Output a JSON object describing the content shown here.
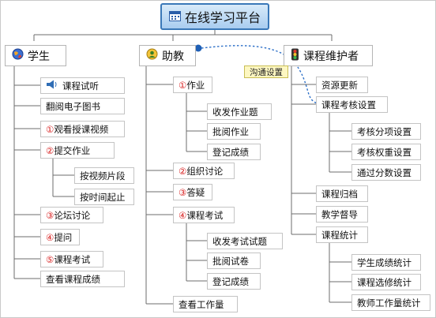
{
  "root": {
    "label": "在线学习平台"
  },
  "relationship": {
    "label": "沟通设置"
  },
  "branches": {
    "student": {
      "label": "学生",
      "items": {
        "trial": "课程试听",
        "ebook": "翻阅电子图书",
        "video_num": "①",
        "video": "观看授课视频",
        "homework_num": "②",
        "homework": "提交作业",
        "by_segment": "按视频片段",
        "by_time": "按时间起止",
        "forum_num": "③",
        "forum": "论坛讨论",
        "ask_num": "④",
        "ask": "提问",
        "exam_num": "⑤",
        "exam": "课程考试",
        "grades": "查看课程成绩"
      }
    },
    "assistant": {
      "label": "助教",
      "items": {
        "homework_num": "①",
        "homework": "作业",
        "hw_send": "收发作业题",
        "hw_review": "批阅作业",
        "hw_record": "登记成绩",
        "discuss_num": "②",
        "discuss": "组织讨论",
        "answer_num": "③",
        "answer": "答疑",
        "exam_num": "④",
        "exam": "课程考试",
        "ex_send": "收发考试试题",
        "ex_review": "批阅试卷",
        "ex_record": "登记成绩",
        "workload": "查看工作量"
      }
    },
    "maintainer": {
      "label": "课程维护者",
      "items": {
        "resources": "资源更新",
        "assessment": "课程考核设置",
        "weight_items": "考核分项设置",
        "weight": "考核权重设置",
        "pass_score": "通过分数设置",
        "archive": "课程归档",
        "supervise": "教学督导",
        "stats": "课程统计",
        "stat_students": "学生成绩统计",
        "stat_selection": "课程选修统计",
        "stat_teacher": "教师工作量统计"
      }
    }
  }
}
